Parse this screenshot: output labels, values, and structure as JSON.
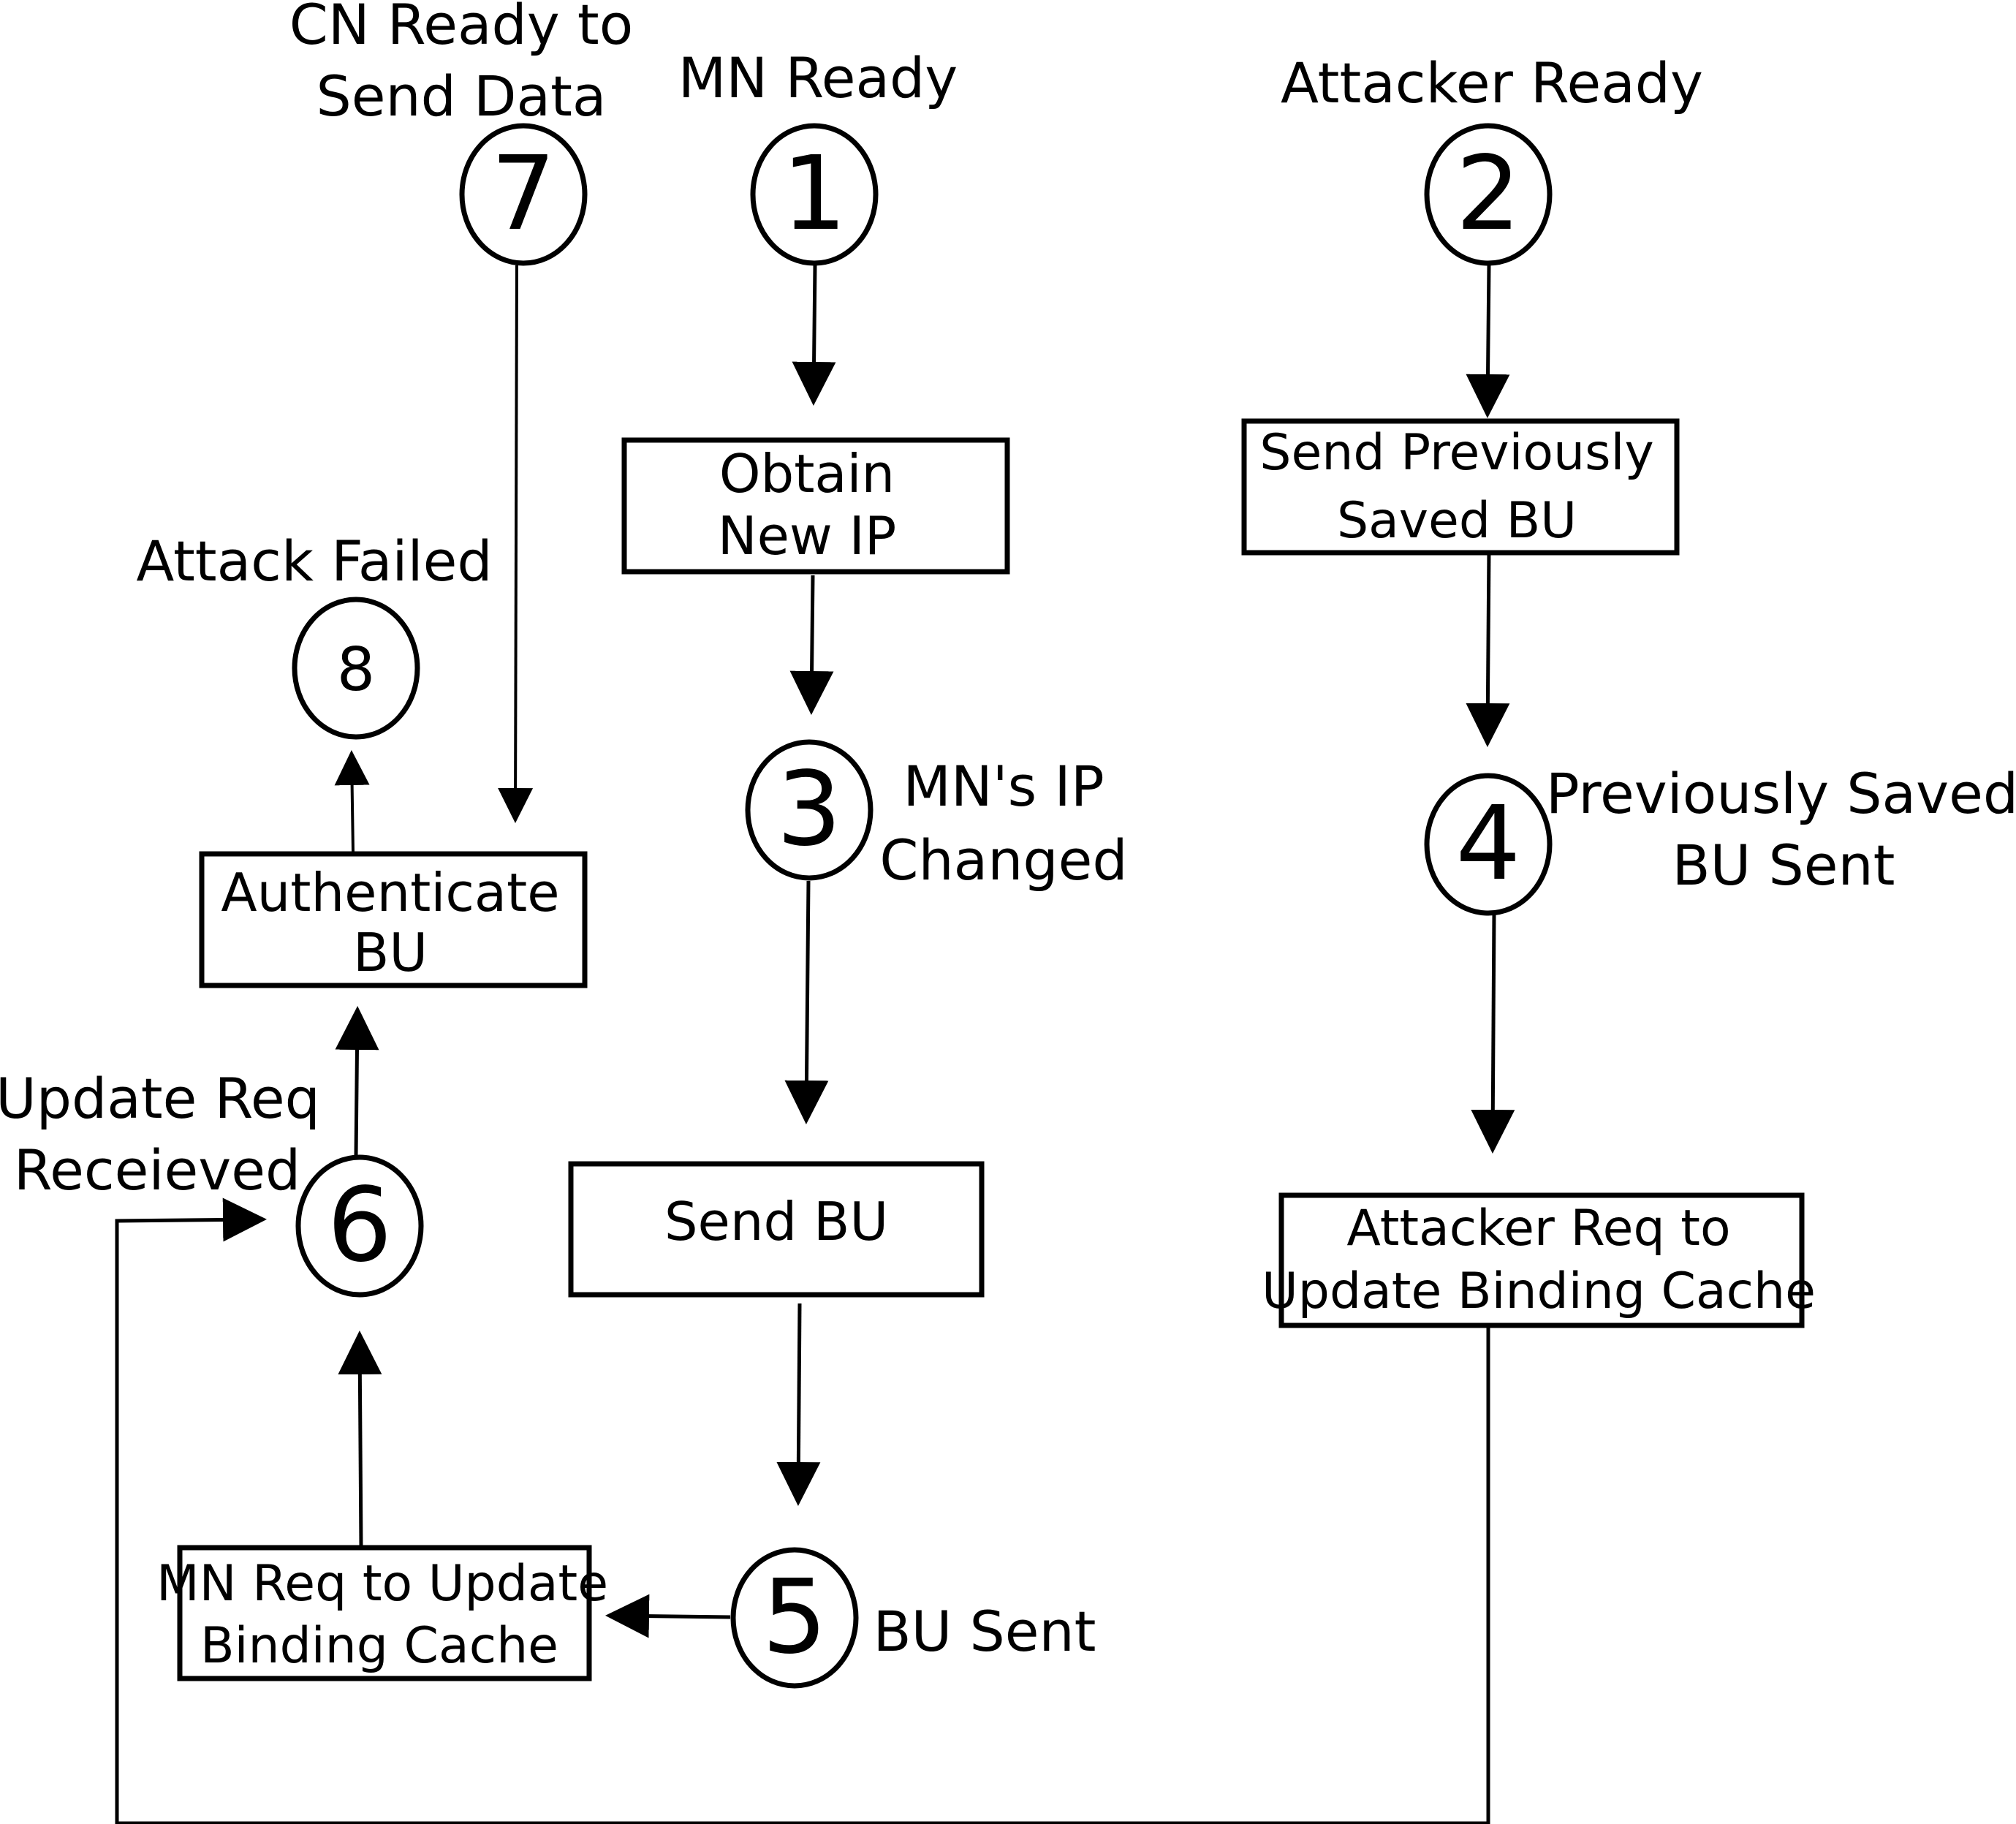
{
  "nodes": {
    "n1": {
      "number": "1",
      "label": [
        "MN Ready"
      ]
    },
    "n2": {
      "number": "2",
      "label": [
        "Attacker Ready"
      ]
    },
    "n3": {
      "number": "3",
      "label": [
        "MN's IP",
        "Changed"
      ]
    },
    "n4": {
      "number": "4",
      "label": [
        "Previously Saved",
        "BU Sent"
      ]
    },
    "n5": {
      "number": "5",
      "label": [
        "BU Sent"
      ]
    },
    "n6": {
      "number": "6",
      "label": [
        "Update Req",
        "Receieved"
      ]
    },
    "n7": {
      "number": "7",
      "label": [
        "CN Ready to",
        "Send Data"
      ]
    },
    "n8": {
      "number": "8",
      "label": [
        "Attack Failed"
      ]
    }
  },
  "boxes": {
    "obtain_ip": [
      "Obtain",
      "New IP"
    ],
    "send_prev_bu": [
      "Send Previously",
      "Saved BU"
    ],
    "authenticate_bu": [
      "Authenticate",
      "BU"
    ],
    "send_bu": [
      "Send BU"
    ],
    "attacker_req": [
      "Attacker Req to",
      "Update Binding Cache"
    ],
    "mn_req": [
      "MN Req to Update",
      "Binding Cache"
    ]
  },
  "colors": {
    "stroke": "#000000",
    "background": "#ffffff"
  }
}
